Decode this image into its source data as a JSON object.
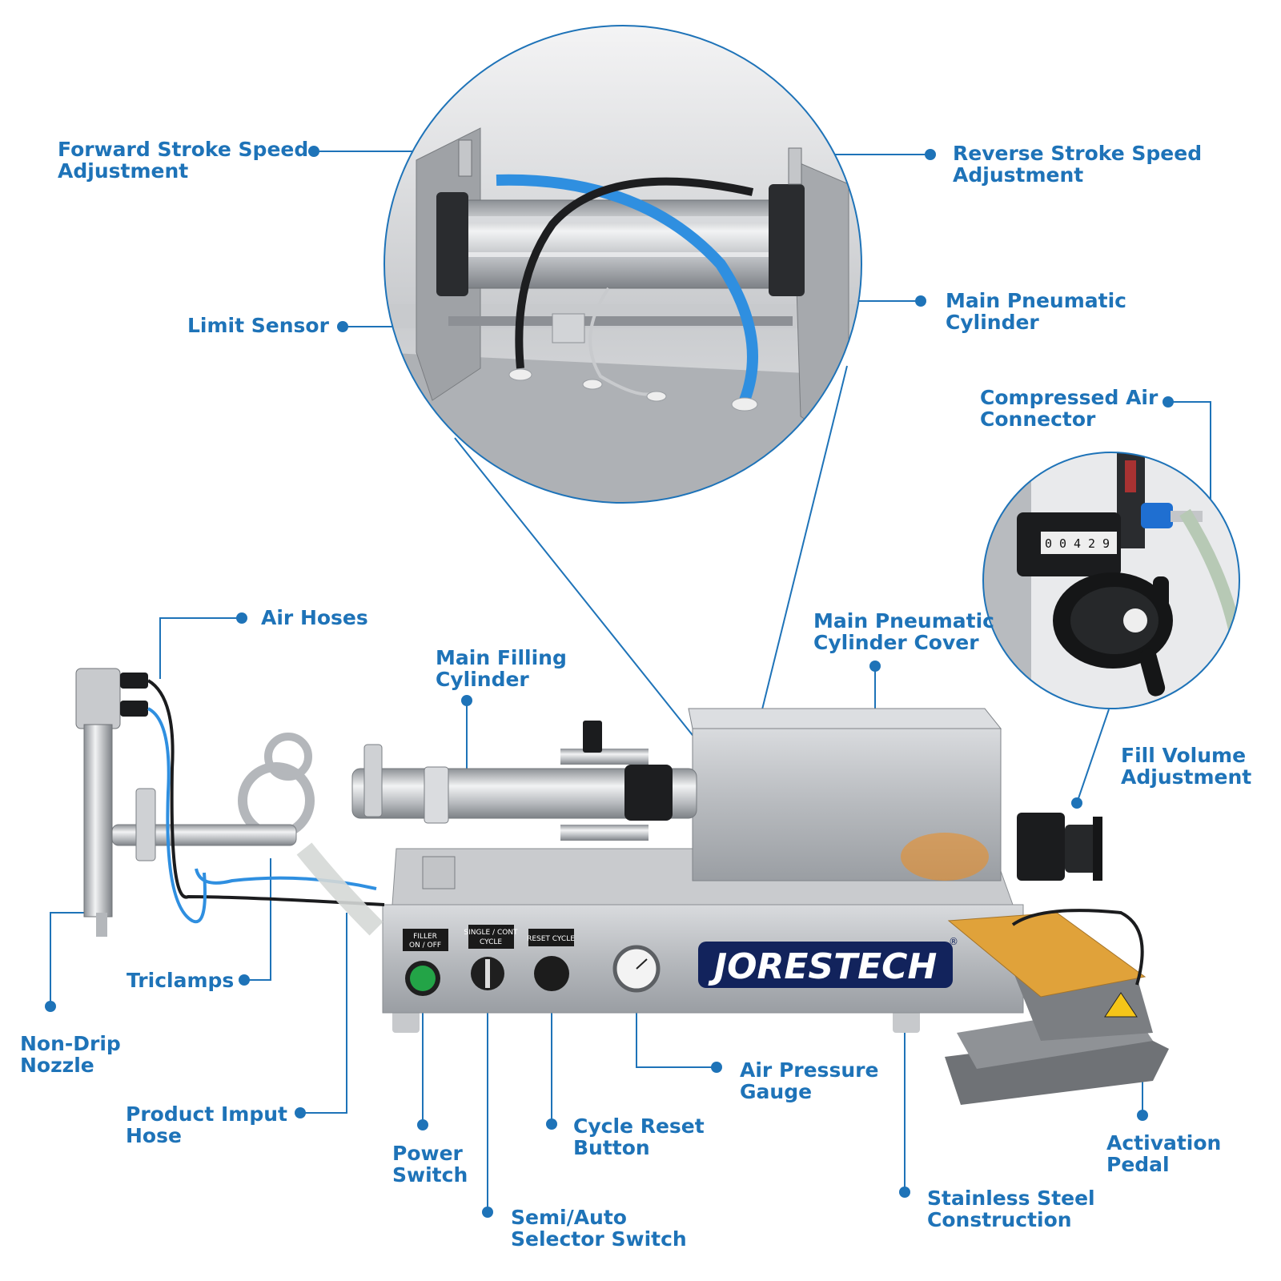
{
  "brand": {
    "name": "JORESTECH",
    "mark": "®"
  },
  "panel": {
    "power_label": [
      "FILLER",
      "ON / OFF"
    ],
    "mode_label": [
      "SINGLE / CONT",
      "CYCLE"
    ],
    "reset_label": "RESET CYCLE"
  },
  "counter": {
    "digits": [
      "0",
      "0",
      "4",
      "2",
      "9"
    ]
  },
  "callouts": {
    "forward_stroke": [
      "Forward Stroke Speed",
      "Adjustment"
    ],
    "reverse_stroke": [
      "Reverse Stroke Speed",
      "Adjustment"
    ],
    "limit_sensor": [
      "Limit Sensor"
    ],
    "main_pneumatic_cylinder": [
      "Main Pneumatic",
      "Cylinder"
    ],
    "compressed_air": [
      "Compressed Air",
      "Connector"
    ],
    "air_hoses": [
      "Air Hoses"
    ],
    "main_filling_cylinder": [
      "Main Filling",
      "Cylinder"
    ],
    "cylinder_cover": [
      "Main Pneumatic",
      "Cylinder Cover"
    ],
    "fill_volume": [
      "Fill Volume",
      "Adjustment"
    ],
    "triclamps": [
      "Triclamps"
    ],
    "non_drip": [
      "Non-Drip",
      "Nozzle"
    ],
    "product_input": [
      "Product Imput",
      "Hose"
    ],
    "power_switch": [
      "Power",
      "Switch"
    ],
    "cycle_reset": [
      "Cycle Reset",
      "Button"
    ],
    "air_pressure": [
      "Air Pressure",
      "Gauge"
    ],
    "activation_pedal": [
      "Activation",
      "Pedal"
    ],
    "semi_auto": [
      "Semi/Auto",
      "Selector Switch"
    ],
    "stainless": [
      "Stainless Steel",
      "Construction"
    ]
  },
  "colors": {
    "accent": "#1e73b8",
    "hose_blue": "#2f8fe0",
    "pedal_orange": "#e0a23a",
    "steel": "#b9bcc0"
  }
}
